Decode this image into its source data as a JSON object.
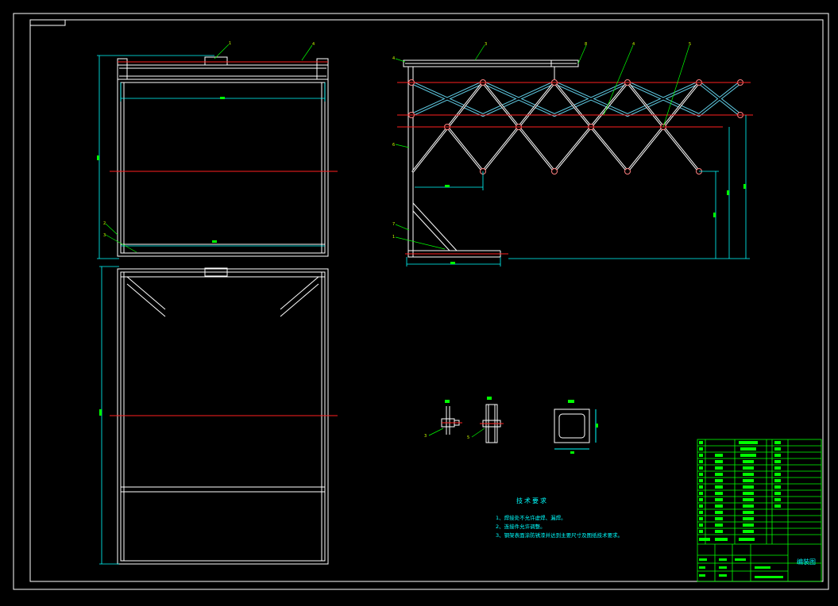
{
  "drawing": {
    "colors": {
      "background": "#000000",
      "outline": "#ffffff",
      "dimension": "#00ffff",
      "centerline": "#ff2020",
      "scissor_arm": "#5ec8e0",
      "leader": "#00ff00",
      "title_block": "#00ff00",
      "note_text": "#00ffff"
    },
    "part_labels": [
      "1",
      "4",
      "2",
      "3",
      "4",
      "3",
      "8",
      "4",
      "5",
      "6",
      "7",
      "1",
      "3",
      "5"
    ],
    "technical_notes": {
      "title": "技术要求",
      "items": [
        "1、焊接处不允许虚焊、漏焊。",
        "2、连接件允许调整。",
        "3、钢架表面涂防锈漆并达到主要尺寸及图纸技术要求。"
      ]
    },
    "title_block": {
      "drawing_name": "编装图"
    }
  }
}
